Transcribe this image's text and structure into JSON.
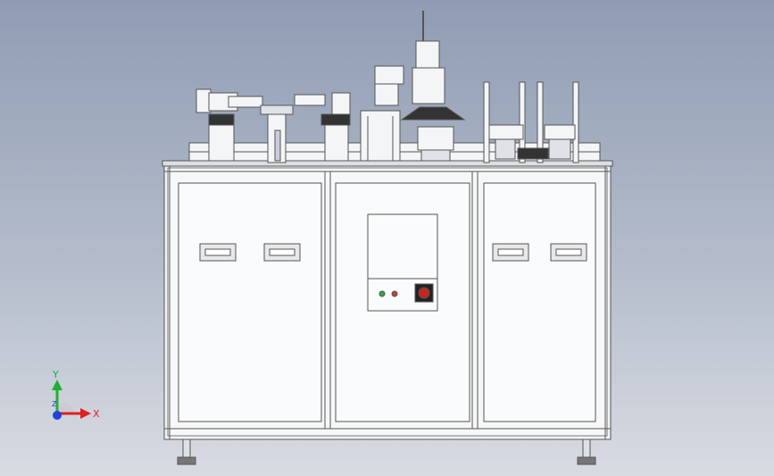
{
  "viewport": {
    "background_top": "#8f9cb3",
    "background_bottom": "#d8dbe2",
    "model": "machine-front-view"
  },
  "control_panel": {
    "indicator_colors": [
      "#2fa84f",
      "#d23a2a"
    ],
    "estop_color": "#c0261e"
  },
  "triad": {
    "x_label": "X",
    "y_label": "Y",
    "z_label": "Z",
    "x_color": "#e02020",
    "y_color": "#20b030",
    "z_color": "#2040e0"
  }
}
